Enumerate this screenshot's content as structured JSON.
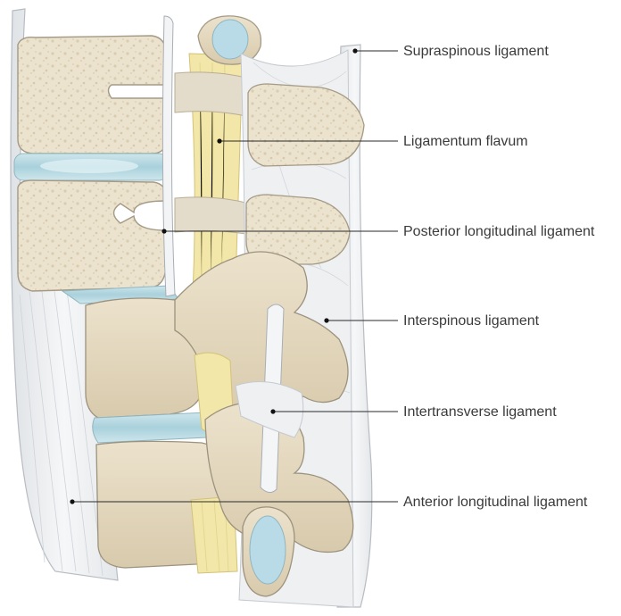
{
  "figure": {
    "labels": [
      {
        "id": "supraspinous",
        "text": "Supraspinous ligament"
      },
      {
        "id": "flavum",
        "text": "Ligamentum flavum"
      },
      {
        "id": "posterior",
        "text": "Posterior longitudinal ligament"
      },
      {
        "id": "interspinous",
        "text": "Interspinous ligament"
      },
      {
        "id": "intertransverse",
        "text": "Intertransverse ligament"
      },
      {
        "id": "anterior",
        "text": "Anterior longitudinal ligament"
      }
    ],
    "colors": {
      "bone": "#e6dcc6",
      "bone_dark": "#cbbd9f",
      "disc": "#b9dbe3",
      "ligament": "#eef0f2",
      "ligament_line": "#c9cdd2",
      "flavum": "#f3eab0",
      "outline": "#8c8a86"
    }
  }
}
